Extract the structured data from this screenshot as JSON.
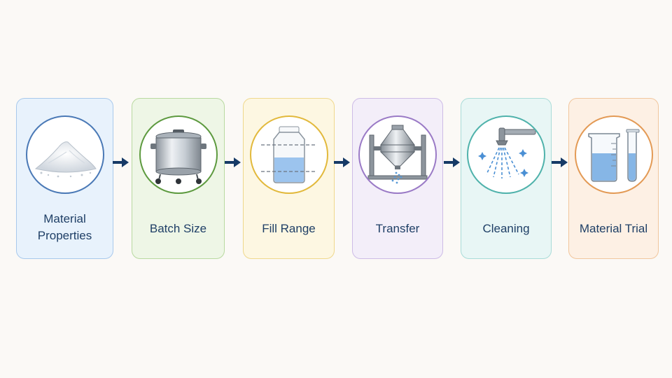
{
  "steps": [
    {
      "label": "Material Properties",
      "icon": "powder-pile-icon"
    },
    {
      "label": "Batch Size",
      "icon": "stainless-tank-icon"
    },
    {
      "label": "Fill Range",
      "icon": "fill-jar-icon"
    },
    {
      "label": "Transfer",
      "icon": "double-cone-blender-icon"
    },
    {
      "label": "Cleaning",
      "icon": "spray-nozzle-icon"
    },
    {
      "label": "Material Trial",
      "icon": "beaker-test-tube-icon"
    }
  ],
  "colors": {
    "arrow": "#163a66",
    "text": "#1f3f66"
  }
}
